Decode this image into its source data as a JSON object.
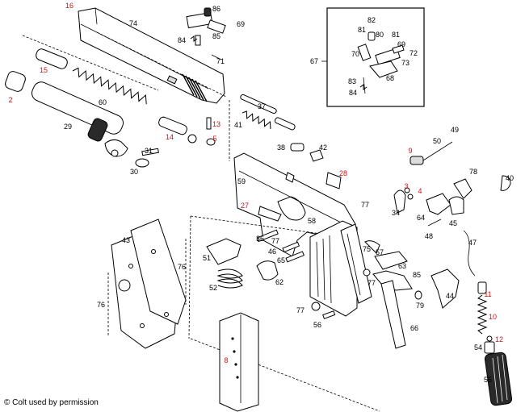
{
  "diagram": {
    "copyright": "© Colt used by permission",
    "label_colors": {
      "default": "#000000",
      "highlight": "#d01010"
    },
    "parts": [
      {
        "id": "p16",
        "text": "16",
        "highlight": true
      },
      {
        "id": "p74",
        "text": "74",
        "highlight": false
      },
      {
        "id": "p86",
        "text": "86",
        "highlight": false
      },
      {
        "id": "p69a",
        "text": "69",
        "highlight": false
      },
      {
        "id": "p85",
        "text": "85",
        "highlight": false
      },
      {
        "id": "p84a",
        "text": "84",
        "highlight": false
      },
      {
        "id": "p71",
        "text": "71",
        "highlight": false
      },
      {
        "id": "p15",
        "text": "15",
        "highlight": true
      },
      {
        "id": "p2",
        "text": "2",
        "highlight": true
      },
      {
        "id": "p60",
        "text": "60",
        "highlight": false
      },
      {
        "id": "p29",
        "text": "29",
        "highlight": false
      },
      {
        "id": "p14",
        "text": "14",
        "highlight": true
      },
      {
        "id": "p13",
        "text": "13",
        "highlight": true
      },
      {
        "id": "p5",
        "text": "5",
        "highlight": true
      },
      {
        "id": "p37",
        "text": "37",
        "highlight": false
      },
      {
        "id": "p41",
        "text": "41",
        "highlight": false
      },
      {
        "id": "p38",
        "text": "38",
        "highlight": false
      },
      {
        "id": "p42",
        "text": "42",
        "highlight": false
      },
      {
        "id": "p31",
        "text": "31",
        "highlight": false
      },
      {
        "id": "p30",
        "text": "30",
        "highlight": false
      },
      {
        "id": "p82",
        "text": "82",
        "highlight": false
      },
      {
        "id": "p81a",
        "text": "81",
        "highlight": false
      },
      {
        "id": "p80",
        "text": "80",
        "highlight": false
      },
      {
        "id": "p81b",
        "text": "81",
        "highlight": false
      },
      {
        "id": "p69b",
        "text": "69",
        "highlight": false
      },
      {
        "id": "p70",
        "text": "70",
        "highlight": false
      },
      {
        "id": "p72",
        "text": "72",
        "highlight": false
      },
      {
        "id": "p73",
        "text": "73",
        "highlight": false
      },
      {
        "id": "p67",
        "text": "67",
        "highlight": false
      },
      {
        "id": "p83",
        "text": "83",
        "highlight": false
      },
      {
        "id": "p68",
        "text": "68",
        "highlight": false
      },
      {
        "id": "p84b",
        "text": "84",
        "highlight": false
      },
      {
        "id": "p49",
        "text": "49",
        "highlight": false
      },
      {
        "id": "p50",
        "text": "50",
        "highlight": false
      },
      {
        "id": "p9",
        "text": "9",
        "highlight": true
      },
      {
        "id": "p78",
        "text": "78",
        "highlight": false
      },
      {
        "id": "p40",
        "text": "40",
        "highlight": false
      },
      {
        "id": "p28",
        "text": "28",
        "highlight": true
      },
      {
        "id": "p59",
        "text": "59",
        "highlight": false
      },
      {
        "id": "p3",
        "text": "3",
        "highlight": true
      },
      {
        "id": "p4",
        "text": "4",
        "highlight": true
      },
      {
        "id": "p77a",
        "text": "77",
        "highlight": false
      },
      {
        "id": "p34",
        "text": "34",
        "highlight": false
      },
      {
        "id": "p64",
        "text": "64",
        "highlight": false
      },
      {
        "id": "p45",
        "text": "45",
        "highlight": false
      },
      {
        "id": "p48",
        "text": "48",
        "highlight": false
      },
      {
        "id": "p47",
        "text": "47",
        "highlight": false
      },
      {
        "id": "p27",
        "text": "27",
        "highlight": true
      },
      {
        "id": "p58",
        "text": "58",
        "highlight": false
      },
      {
        "id": "p36",
        "text": "36",
        "highlight": false
      },
      {
        "id": "p77b",
        "text": "77",
        "highlight": false
      },
      {
        "id": "p46",
        "text": "46",
        "highlight": false
      },
      {
        "id": "p65",
        "text": "65",
        "highlight": false
      },
      {
        "id": "p75",
        "text": "75",
        "highlight": false
      },
      {
        "id": "p57",
        "text": "57",
        "highlight": false
      },
      {
        "id": "p43",
        "text": "43",
        "highlight": false
      },
      {
        "id": "p51",
        "text": "51",
        "highlight": false
      },
      {
        "id": "p76a",
        "text": "76",
        "highlight": false
      },
      {
        "id": "p62",
        "text": "62",
        "highlight": false
      },
      {
        "id": "p63",
        "text": "63",
        "highlight": false
      },
      {
        "id": "p52",
        "text": "52",
        "highlight": false
      },
      {
        "id": "p77c",
        "text": "77",
        "highlight": false
      },
      {
        "id": "p85b",
        "text": "85",
        "highlight": false
      },
      {
        "id": "p76b",
        "text": "76",
        "highlight": false
      },
      {
        "id": "p11",
        "text": "11",
        "highlight": true
      },
      {
        "id": "p44",
        "text": "44",
        "highlight": false
      },
      {
        "id": "p79",
        "text": "79",
        "highlight": false
      },
      {
        "id": "p77d",
        "text": "77",
        "highlight": false
      },
      {
        "id": "p10",
        "text": "10",
        "highlight": true
      },
      {
        "id": "p56",
        "text": "56",
        "highlight": false
      },
      {
        "id": "p66",
        "text": "66",
        "highlight": false
      },
      {
        "id": "p12",
        "text": "12",
        "highlight": true
      },
      {
        "id": "p8",
        "text": "8",
        "highlight": true
      },
      {
        "id": "p54",
        "text": "54",
        "highlight": false
      },
      {
        "id": "p55",
        "text": "55",
        "highlight": false
      }
    ]
  }
}
